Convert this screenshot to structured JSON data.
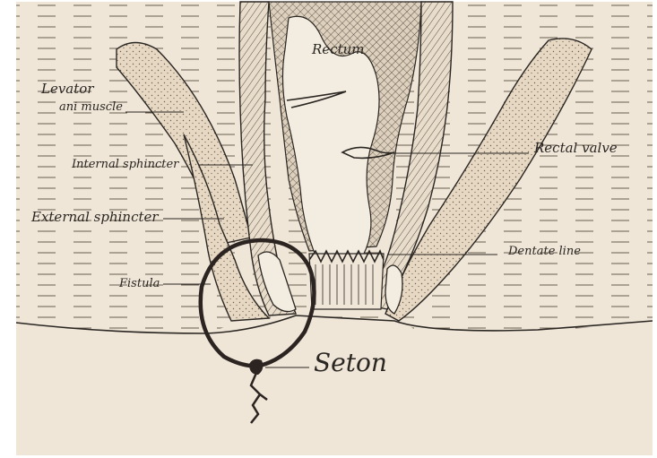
{
  "diagram": {
    "labels": {
      "rectum": "Rectum",
      "levator_line1": "Levator",
      "levator_line2": "ani muscle",
      "internal_sphincter": "Internal sphincter",
      "external_sphincter": "External sphincter",
      "fistula": "Fistula",
      "rectal_valve": "Rectal valve",
      "dentate_line": "Dentate line",
      "seton": "Seton"
    },
    "colors": {
      "paper": "#efe6d8",
      "ink": "#2a2622",
      "muscle_fill": "#e9dcc8",
      "lumen_fill": "#f3ece0",
      "margin": "#ffffff"
    }
  }
}
